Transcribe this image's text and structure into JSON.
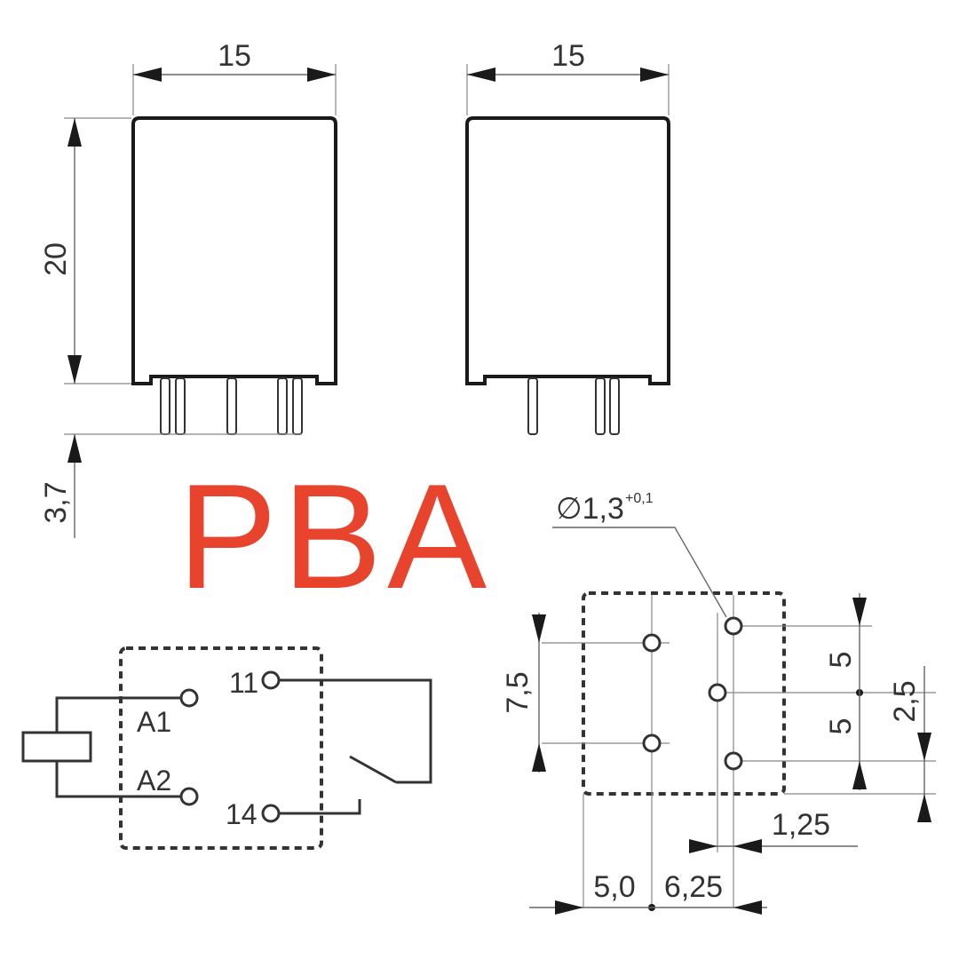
{
  "brand": {
    "text": "PBA",
    "color": "#e8442d"
  },
  "front_view": {
    "width_label": "15",
    "height_label": "20",
    "pin_length_label": "3,7"
  },
  "side_view": {
    "width_label": "15"
  },
  "schematic": {
    "coil_terminal_1": "A1",
    "coil_terminal_2": "A2",
    "contact_common": "11",
    "contact_no": "14"
  },
  "footprint": {
    "hole_diameter": "∅1,3",
    "hole_tolerance": "+0,1",
    "row_pitch": "7,5",
    "pitch_a": "5",
    "pitch_b": "5",
    "offset_2_5": "2,5",
    "offset_1_25": "1,25",
    "base_5_0": "5,0",
    "base_6_25": "6,25"
  }
}
